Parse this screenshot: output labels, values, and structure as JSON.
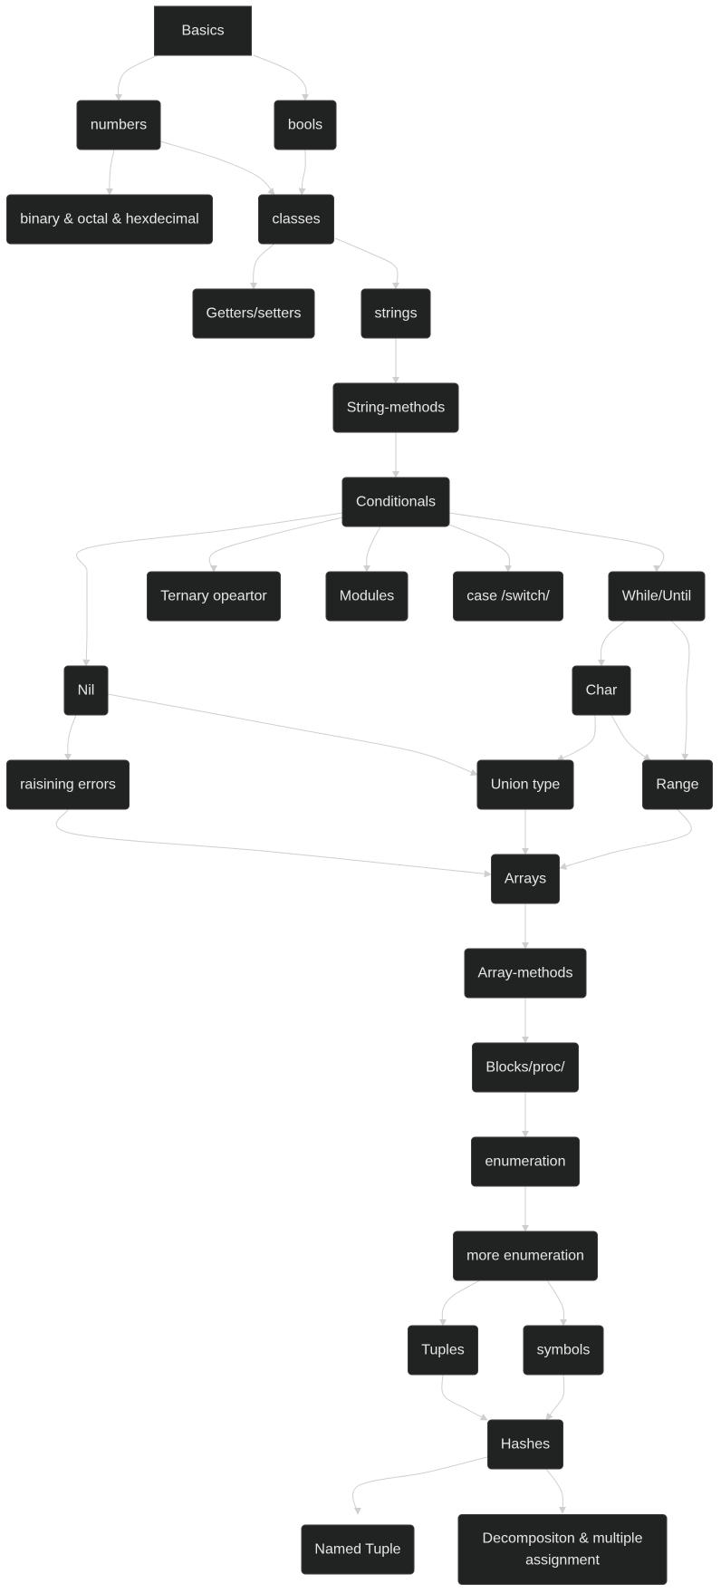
{
  "flowchart": {
    "nodes": [
      {
        "id": "basics",
        "label": "Basics"
      },
      {
        "id": "numbers",
        "label": "numbers"
      },
      {
        "id": "bools",
        "label": "bools"
      },
      {
        "id": "binary",
        "label": "binary & octal & hexdecimal"
      },
      {
        "id": "classes",
        "label": "classes"
      },
      {
        "id": "getters",
        "label": "Getters/setters"
      },
      {
        "id": "strings",
        "label": "strings"
      },
      {
        "id": "string_methods",
        "label": "String-methods"
      },
      {
        "id": "conditionals",
        "label": "Conditionals"
      },
      {
        "id": "ternary",
        "label": "Ternary opeartor"
      },
      {
        "id": "modules",
        "label": "Modules"
      },
      {
        "id": "case",
        "label": "case /switch/"
      },
      {
        "id": "while",
        "label": "While/Until"
      },
      {
        "id": "nil",
        "label": "Nil"
      },
      {
        "id": "char",
        "label": "Char"
      },
      {
        "id": "errors",
        "label": "raisining errors"
      },
      {
        "id": "union",
        "label": "Union type"
      },
      {
        "id": "range",
        "label": "Range"
      },
      {
        "id": "arrays",
        "label": "Arrays"
      },
      {
        "id": "array_methods",
        "label": "Array-methods"
      },
      {
        "id": "blocks",
        "label": "Blocks/proc/"
      },
      {
        "id": "enumeration",
        "label": "enumeration"
      },
      {
        "id": "more_enum",
        "label": "more enumeration"
      },
      {
        "id": "tuples",
        "label": "Tuples"
      },
      {
        "id": "symbols",
        "label": "symbols"
      },
      {
        "id": "hashes",
        "label": "Hashes"
      },
      {
        "id": "named_tuple",
        "label": "Named Tuple"
      },
      {
        "id": "decomposition",
        "label": "Decompositon & multiple assignment",
        "lines": [
          "Decompositon & multiple",
          "assignment"
        ]
      }
    ],
    "edges": [
      [
        "basics",
        "numbers"
      ],
      [
        "basics",
        "bools"
      ],
      [
        "numbers",
        "binary"
      ],
      [
        "numbers",
        "classes"
      ],
      [
        "bools",
        "classes"
      ],
      [
        "classes",
        "getters"
      ],
      [
        "classes",
        "strings"
      ],
      [
        "strings",
        "string_methods"
      ],
      [
        "string_methods",
        "conditionals"
      ],
      [
        "conditionals",
        "nil"
      ],
      [
        "conditionals",
        "ternary"
      ],
      [
        "conditionals",
        "modules"
      ],
      [
        "conditionals",
        "case"
      ],
      [
        "conditionals",
        "while"
      ],
      [
        "while",
        "char"
      ],
      [
        "while",
        "range"
      ],
      [
        "nil",
        "errors"
      ],
      [
        "nil",
        "union"
      ],
      [
        "char",
        "union"
      ],
      [
        "char",
        "range"
      ],
      [
        "errors",
        "arrays"
      ],
      [
        "union",
        "arrays"
      ],
      [
        "range",
        "arrays"
      ],
      [
        "arrays",
        "array_methods"
      ],
      [
        "array_methods",
        "blocks"
      ],
      [
        "blocks",
        "enumeration"
      ],
      [
        "enumeration",
        "more_enum"
      ],
      [
        "more_enum",
        "tuples"
      ],
      [
        "more_enum",
        "symbols"
      ],
      [
        "tuples",
        "hashes"
      ],
      [
        "symbols",
        "hashes"
      ],
      [
        "hashes",
        "named_tuple"
      ],
      [
        "hashes",
        "decomposition"
      ]
    ]
  },
  "colors": {
    "node_fill": "#212222",
    "node_text": "#e6e6e6",
    "edge": "#cfcfcf"
  }
}
